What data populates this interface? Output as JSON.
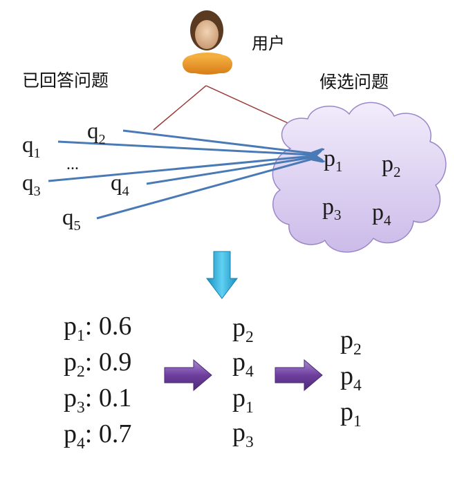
{
  "user": {
    "label": "用户",
    "icon": "user-icon"
  },
  "answered": {
    "title": "已回答问题",
    "items": [
      {
        "base": "q",
        "sub": "1"
      },
      {
        "base": "q",
        "sub": "2"
      },
      {
        "base": "q",
        "sub": "3"
      },
      {
        "base": "q",
        "sub": "4"
      },
      {
        "base": "q",
        "sub": "5"
      }
    ],
    "ellipsis": "..."
  },
  "candidates": {
    "title": "候选问题",
    "items": [
      {
        "base": "p",
        "sub": "1"
      },
      {
        "base": "p",
        "sub": "2"
      },
      {
        "base": "p",
        "sub": "3"
      },
      {
        "base": "p",
        "sub": "4"
      }
    ]
  },
  "scores": [
    {
      "base": "p",
      "sub": "1",
      "score": ": 0.6"
    },
    {
      "base": "p",
      "sub": "2",
      "score": ": 0.9"
    },
    {
      "base": "p",
      "sub": "3",
      "score": ": 0.1"
    },
    {
      "base": "p",
      "sub": "4",
      "score": ": 0.7"
    }
  ],
  "ranked": [
    {
      "base": "p",
      "sub": "2"
    },
    {
      "base": "p",
      "sub": "4"
    },
    {
      "base": "p",
      "sub": "1"
    },
    {
      "base": "p",
      "sub": "3"
    }
  ],
  "topk": [
    {
      "base": "p",
      "sub": "2"
    },
    {
      "base": "p",
      "sub": "4"
    },
    {
      "base": "p",
      "sub": "1"
    }
  ],
  "colors": {
    "arrow_blue": "#4a7ab5",
    "user_link": "#9b3b3b",
    "cloud_fill": "#d9cdf0",
    "cloud_stroke": "#8a76b8",
    "down_arrow": "#29a9d8",
    "right_arrow": "#7b4fa6"
  }
}
